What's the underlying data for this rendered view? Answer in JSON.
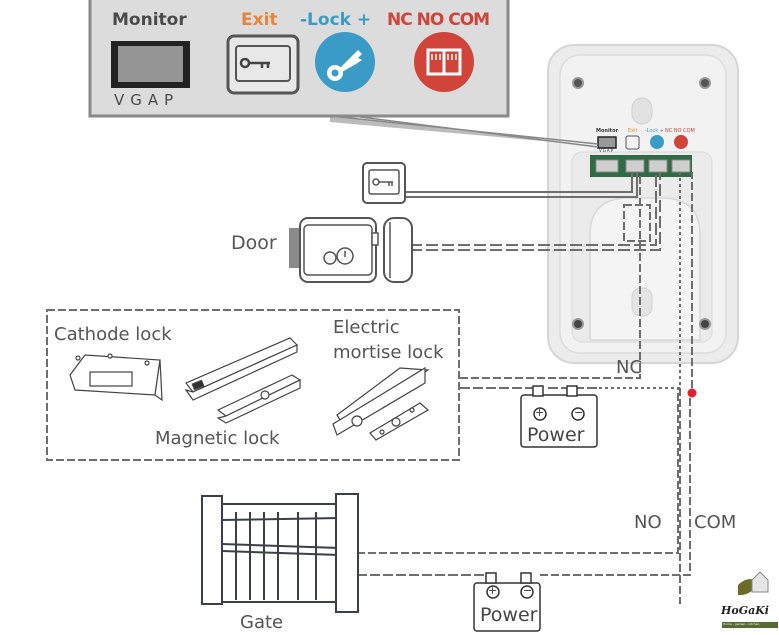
{
  "callout": {
    "monitor_label": "Monitor",
    "monitor_sub": "VGAP",
    "exit_label": "Exit",
    "lock_label": "-Lock +",
    "relay_label": "NC NO COM",
    "icons": [
      "monitor-screen-icon",
      "exit-key-button-icon",
      "key-icon",
      "gate-icon"
    ]
  },
  "colors": {
    "panel_bg": "#dcdcdc",
    "panel_border": "#8a8a8a",
    "monitor_text": "#4a4a4a",
    "exit_orange": "#e8843a",
    "lock_blue": "#3a9cc6",
    "relay_red": "#d0443a",
    "wire": "#6e6e6e",
    "junction_red": "#e3202b",
    "pcb_green": "#2f6b45"
  },
  "device": {
    "mini_monitor": "Monitor",
    "mini_vgap": "VGAP",
    "mini_exit": "Exit",
    "mini_lock": "-Lock +",
    "mini_relay": "NC NO COM"
  },
  "labels": {
    "door": "Door",
    "cathode_lock": "Cathode lock",
    "magnetic_lock": "Magnetic lock",
    "electric_line1": "Electric",
    "electric_line2": "mortise lock",
    "nc": "NC",
    "no": "NO",
    "com": "COM",
    "power1": "Power",
    "power2": "Power",
    "gate": "Gate",
    "plus": "+",
    "minus": "−"
  },
  "logo": {
    "name": "HoGaKi",
    "tagline": "Home - garden - kitchen"
  }
}
